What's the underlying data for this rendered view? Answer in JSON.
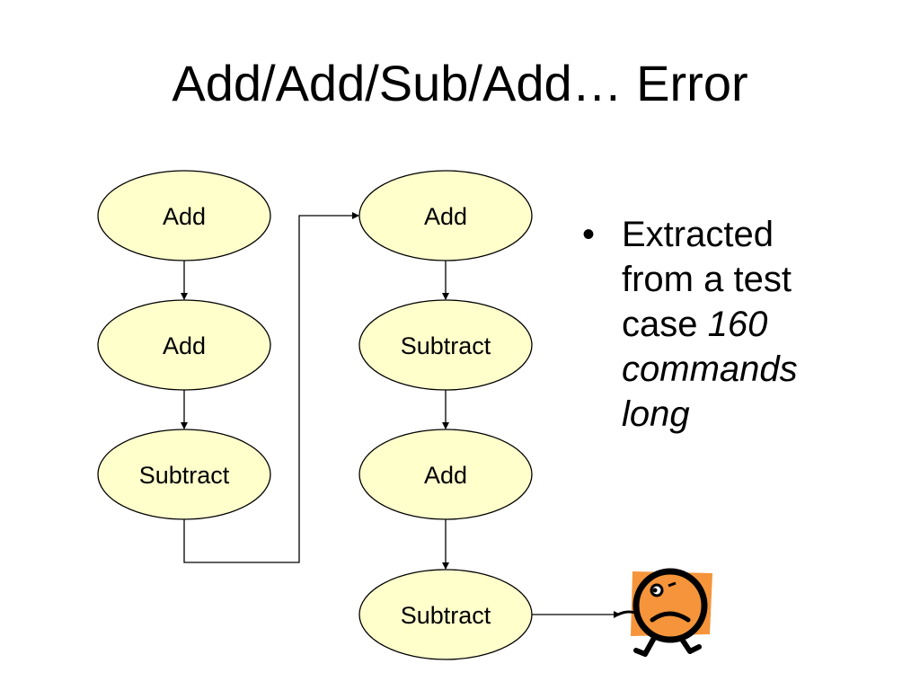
{
  "slide": {
    "title": "Add/Add/Sub/Add… Error"
  },
  "diagram": {
    "nodes": [
      {
        "id": "c1n1",
        "label": "Add"
      },
      {
        "id": "c1n2",
        "label": "Add"
      },
      {
        "id": "c1n3",
        "label": "Subtract"
      },
      {
        "id": "c2n1",
        "label": "Add"
      },
      {
        "id": "c2n2",
        "label": "Subtract"
      },
      {
        "id": "c2n3",
        "label": "Add"
      },
      {
        "id": "c2n4",
        "label": "Subtract"
      }
    ],
    "edges": [
      {
        "from": "c1n1",
        "to": "c1n2"
      },
      {
        "from": "c1n2",
        "to": "c1n3"
      },
      {
        "from": "c1n3",
        "to": "c2n1"
      },
      {
        "from": "c2n1",
        "to": "c2n2"
      },
      {
        "from": "c2n2",
        "to": "c2n3"
      },
      {
        "from": "c2n3",
        "to": "c2n4"
      },
      {
        "from": "c2n4",
        "to": "error-figure"
      }
    ],
    "node_fill": "#ffffcc",
    "node_stroke": "#000000",
    "error_figure_color": "#f5943a"
  },
  "bullets": {
    "marker": "•",
    "text_plain": "Extracted from a test case ",
    "text_italic": "160 commands long"
  }
}
